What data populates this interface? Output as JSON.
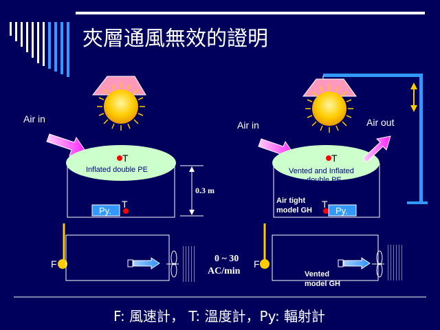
{
  "slide": {
    "title": "夾層通風無效的證明",
    "caption": "F: 風速計， T: 溫度計，Py: 輻射計"
  },
  "left_model": {
    "air_in": "Air in",
    "sensor_top": "T",
    "sensor_bottom": "T",
    "ellipse_label": "Inflated double PE",
    "py_label": "Py.",
    "height_label": "0.3 m",
    "f_label": "F"
  },
  "right_model": {
    "air_in": "Air in",
    "air_out": "Air out",
    "sensor_top": "T",
    "sensor_bottom": "T",
    "ellipse_label_1": "Vented and Inflated",
    "ellipse_label_2": "double PE",
    "gh_label_1": "Air tight",
    "gh_label_2": "model GH",
    "py_label": "Py.",
    "f_label": "F",
    "vented_label_1": "Vented",
    "vented_label_2": "model GH"
  },
  "middle": {
    "rate_1": "0 ~ 30",
    "rate_2": "AC/min"
  },
  "colors": {
    "background": "#00005c",
    "magenta_arrow": "#ff33ff",
    "ellipse": "#ccffcc",
    "shade": "#ff99bb",
    "sun": "#ffcc00",
    "blue_arrow": "#3399ff",
    "pole": "#3399ff",
    "gold_arrow": "#ffcc00",
    "sensor_dot": "#ff0000"
  }
}
